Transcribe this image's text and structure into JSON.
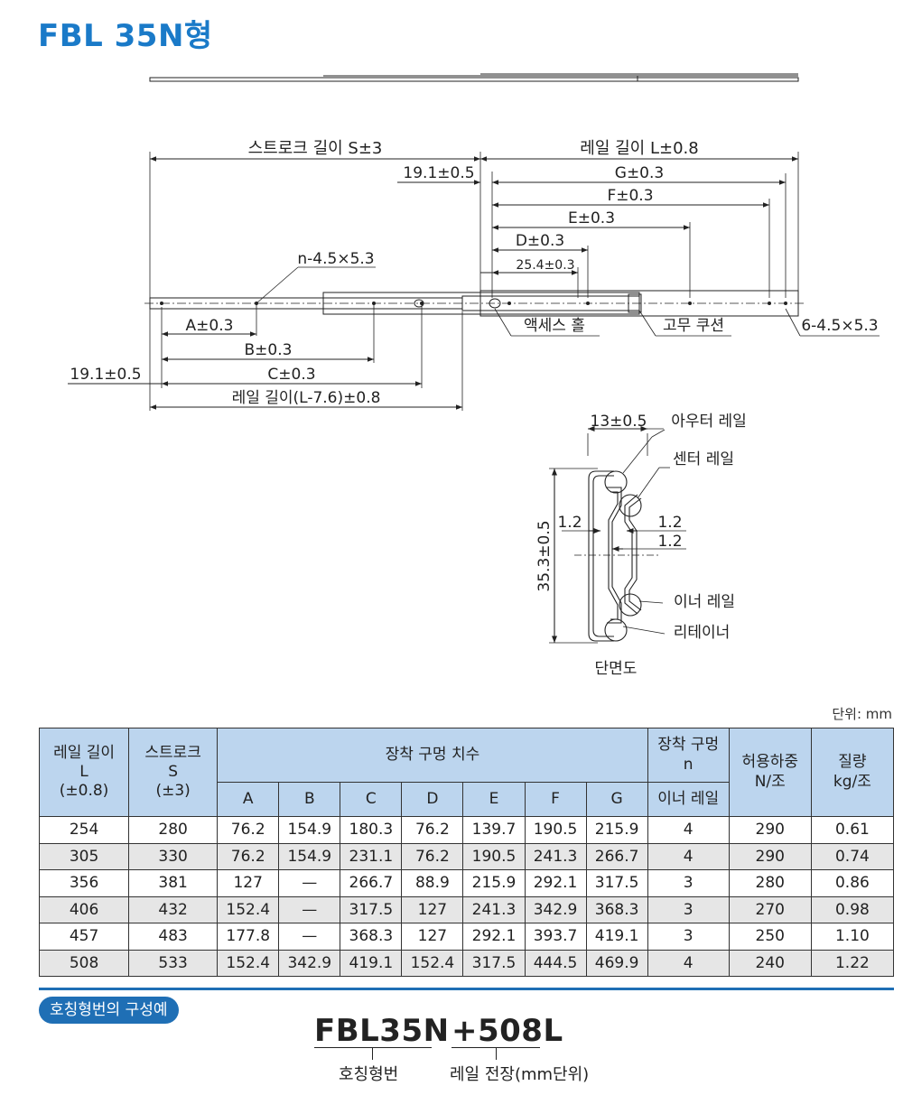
{
  "title": "FBL 35N형",
  "drawing": {
    "stroke_length": "스트로크 길이 S±3",
    "rail_length": "레일 길이 L±0.8",
    "offset_top": "19.1±0.5",
    "dim_g": "G±0.3",
    "dim_f": "F±0.3",
    "dim_e": "E±0.3",
    "dim_d": "D±0.3",
    "dim_254": "25.4±0.3",
    "hole_n": "n-4.5×5.3",
    "access_hole": "액세스 홀",
    "rubber_cushion": "고무 쿠션",
    "hole_6": "6-4.5×5.3",
    "dim_a": "A±0.3",
    "dim_b": "B±0.3",
    "dim_c": "C±0.3",
    "offset_bottom": "19.1±0.5",
    "inner_length": "레일 길이(L-7.6)±0.8"
  },
  "section": {
    "width": "13±0.5",
    "outer_rail": "아우터 레일",
    "center_rail": "센터 레일",
    "height": "35.3±0.5",
    "t1": "1.2",
    "t2": "1.2",
    "t3": "1.2",
    "inner_rail": "이너 레일",
    "retainer": "리테이너",
    "caption": "단면도"
  },
  "unit_label": "단위: mm",
  "table": {
    "h_rail": [
      "레일 길이",
      "L",
      "(±0.8)"
    ],
    "h_stroke": [
      "스트로크",
      "S",
      "(±3)"
    ],
    "h_mount": "장착 구멍 치수",
    "h_holes": [
      "장착 구멍",
      "n"
    ],
    "h_holes_sub": "이너 레일",
    "h_load": [
      "허용하중",
      "N/조"
    ],
    "h_mass": [
      "질량",
      "kg/조"
    ],
    "cols": [
      "A",
      "B",
      "C",
      "D",
      "E",
      "F",
      "G"
    ],
    "rows": [
      [
        "254",
        "280",
        "76.2",
        "154.9",
        "180.3",
        "76.2",
        "139.7",
        "190.5",
        "215.9",
        "4",
        "290",
        "0.61"
      ],
      [
        "305",
        "330",
        "76.2",
        "154.9",
        "231.1",
        "76.2",
        "190.5",
        "241.3",
        "266.7",
        "4",
        "290",
        "0.74"
      ],
      [
        "356",
        "381",
        "127",
        "—",
        "266.7",
        "88.9",
        "215.9",
        "292.1",
        "317.5",
        "3",
        "280",
        "0.86"
      ],
      [
        "406",
        "432",
        "152.4",
        "—",
        "317.5",
        "127",
        "241.3",
        "342.9",
        "368.3",
        "3",
        "270",
        "0.98"
      ],
      [
        "457",
        "483",
        "177.8",
        "—",
        "368.3",
        "127",
        "292.1",
        "393.7",
        "419.1",
        "3",
        "250",
        "1.10"
      ],
      [
        "508",
        "533",
        "152.4",
        "342.9",
        "419.1",
        "152.4",
        "317.5",
        "444.5",
        "469.9",
        "4",
        "240",
        "1.22"
      ]
    ]
  },
  "order": {
    "badge": "호칭형번의 구성예",
    "model": "FBL35N",
    "length": "+508L",
    "model_caption": "호칭형번",
    "length_caption": "레일 전장(mm단위)"
  }
}
